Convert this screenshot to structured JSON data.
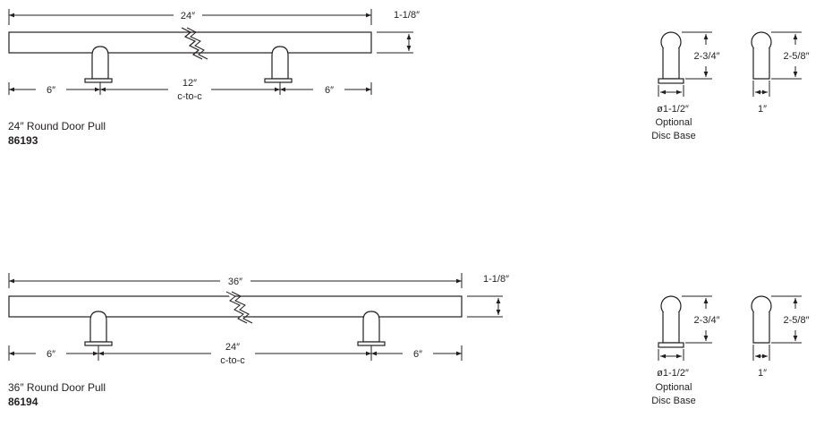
{
  "pull_24": {
    "overall_length": "24″",
    "bar_diameter": "1-1/8″",
    "end_offset_left": "6″",
    "end_offset_right": "6″",
    "center_to_center": "12″",
    "center_to_center_note": "c-to-c",
    "name": "24″ Round Door Pull",
    "part_number": "86193",
    "side_view_disc": {
      "height": "2-3/4″",
      "base_diameter": "ø1-1/2″",
      "note_line1": "Optional",
      "note_line2": "Disc Base"
    },
    "side_view_plain": {
      "height": "2-5/8″",
      "post_width": "1″"
    }
  },
  "pull_36": {
    "overall_length": "36″",
    "bar_diameter": "1-1/8″",
    "end_offset_left": "6″",
    "end_offset_right": "6″",
    "center_to_center": "24″",
    "center_to_center_note": "c-to-c",
    "name": "36″ Round Door Pull",
    "part_number": "86194",
    "side_view_disc": {
      "height": "2-3/4″",
      "base_diameter": "ø1-1/2″",
      "note_line1": "Optional",
      "note_line2": "Disc Base"
    },
    "side_view_plain": {
      "height": "2-5/8″",
      "post_width": "1″"
    }
  }
}
